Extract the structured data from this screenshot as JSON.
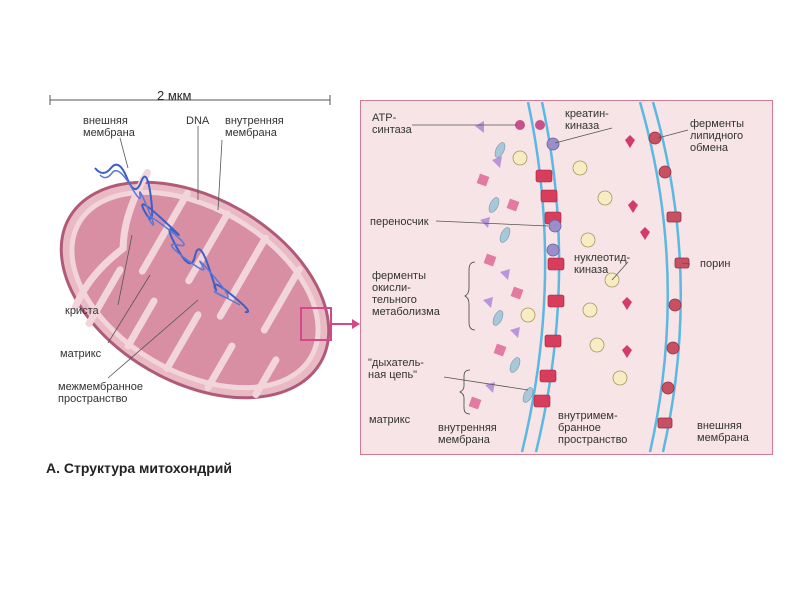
{
  "scale_bar": "2 мкм",
  "labels": {
    "outer_membrane": "внешняя\nмембрана",
    "dna": "DNA",
    "inner_membrane": "внутренняя\nмембрана",
    "crista": "криста",
    "matrix": "матрикс",
    "intermembrane_space": "межмембранное\nпространство"
  },
  "detail_labels": {
    "atp_synthase": "ATP-\nсинтаза",
    "creatine_kinase": "креатин-\nкиназа",
    "lipid_enzymes": "ферменты\nлипидного\nобмена",
    "transporter": "переносчик",
    "nucleotide_kinase": "нуклеотид-\nкиназа",
    "porin": "порин",
    "oxidative_enzymes": "ферменты\nокисли-\nтельного\nметаболизма",
    "respiratory_chain": "\"дыхатель-\nная цепь\"",
    "matrix": "матрикс",
    "inner_membrane": "внутренняя\nмембрана",
    "intermembrane_space": "внутримем-\nбранное\nпространство",
    "outer_membrane": "внешняя\nмембрана"
  },
  "caption": "А. Структура митохондрий",
  "colors": {
    "matrix_pink": "#d88fa3",
    "membrane_fill": "#e9b9c4",
    "membrane_stroke": "#b05a78",
    "dna_blue": "#3b5fc8",
    "highlight_magenta": "#d4488a",
    "membrane_blue": "#5cb8e0",
    "panel_bg": "#f6e4e6"
  }
}
